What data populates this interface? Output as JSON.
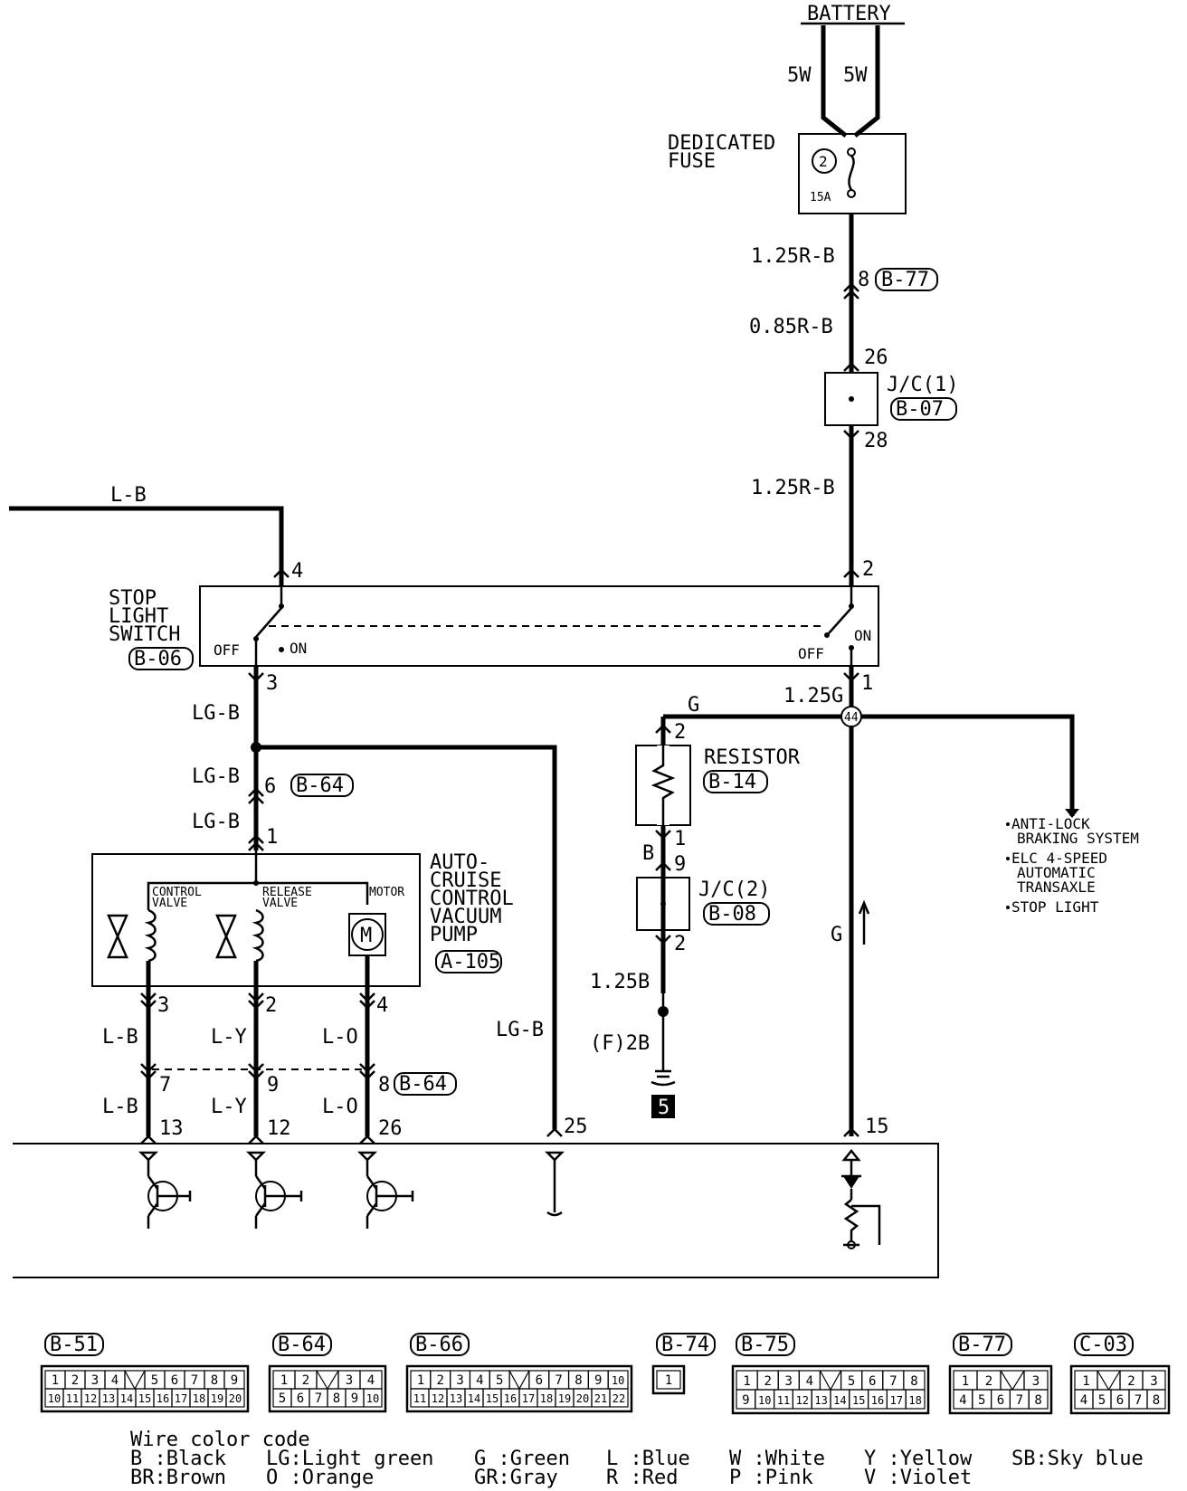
{
  "power": {
    "battery": "BATTERY",
    "wire_left": "5W",
    "wire_right": "5W",
    "fuse_label_1": "DEDICATED",
    "fuse_label_2": "FUSE",
    "fuse_number": "2",
    "fuse_rating": "15A"
  },
  "main_feed": {
    "wire_a": "1.25R-B",
    "pin_b77": "8",
    "conn_b77": "B-77",
    "wire_b": "0.85R-B",
    "jc1_pin_in": "26",
    "jc1_label": "J/C(1)",
    "jc1_conn": "B-07",
    "jc1_pin_out": "28",
    "wire_c": "1.25R-B"
  },
  "stop_light_switch": {
    "line1": "STOP",
    "line2": "LIGHT",
    "line3": "SWITCH",
    "conn": "B-06",
    "left_wire": "L-B",
    "pin_4": "4",
    "pin_2": "2",
    "pin_3": "3",
    "pin_1": "1",
    "off_left": "OFF",
    "on_left": "ON",
    "off_right": "OFF",
    "on_right": "ON"
  },
  "left_branch": {
    "wire_1": "LG-B",
    "wire_2": "LG-B",
    "pin_6": "6",
    "conn_b64": "B-64",
    "wire_3": "LG-B",
    "pin_1": "1",
    "wire_long": "LG-B",
    "pin_25": "25"
  },
  "pump": {
    "line1": "AUTO-",
    "line2": "CRUISE",
    "line3": "CONTROL",
    "line4": "VACUUM",
    "line5": "PUMP",
    "conn": "A-105",
    "control_valve_1": "CONTROL",
    "control_valve_2": "VALVE",
    "release_valve_1": "RELEASE",
    "release_valve_2": "VALVE",
    "motor": "MOTOR",
    "motor_symbol": "M",
    "pins": [
      "3",
      "2",
      "4"
    ],
    "wires_upper": [
      "L-B",
      "L-Y",
      "L-O"
    ],
    "b64_pins": [
      "7",
      "9",
      "8"
    ],
    "b64_conn": "B-64",
    "wires_lower": [
      "L-B",
      "L-Y",
      "L-O"
    ],
    "ecu_pins": [
      "13",
      "12",
      "26"
    ]
  },
  "right_branch": {
    "wire_1": "1.25G",
    "splice": "44",
    "wire_g": "G",
    "resistor": "RESISTOR",
    "resistor_conn": "B-14",
    "res_pin_2": "2",
    "res_pin_1": "1",
    "wire_b": "B",
    "jc2_pin_in": "9",
    "jc2_label": "J/C(2)",
    "jc2_conn": "B-08",
    "jc2_pin_out": "2",
    "wire_125b": "1.25B",
    "ground_label": "(F)2B",
    "ground_number": "5",
    "wire_g_down": "G",
    "pin_15": "15",
    "to_list": [
      "ANTI-LOCK",
      "BRAKING SYSTEM",
      "ELC 4-SPEED",
      "AUTOMATIC",
      "TRANSAXLE",
      "STOP LIGHT"
    ]
  },
  "connectors": [
    {
      "name": "B-51",
      "rows": [
        [
          "1",
          "2",
          "3",
          "4",
          "",
          "5",
          "6",
          "7",
          "8",
          "9"
        ],
        [
          "10",
          "11",
          "12",
          "13",
          "14",
          "15",
          "16",
          "17",
          "18",
          "19",
          "20"
        ]
      ]
    },
    {
      "name": "B-64",
      "rows": [
        [
          "1",
          "2",
          "",
          "3",
          "4"
        ],
        [
          "5",
          "6",
          "7",
          "8",
          "9",
          "10"
        ]
      ]
    },
    {
      "name": "B-66",
      "rows": [
        [
          "1",
          "2",
          "3",
          "4",
          "5",
          "",
          "6",
          "7",
          "8",
          "9",
          "10"
        ],
        [
          "11",
          "12",
          "13",
          "14",
          "15",
          "16",
          "17",
          "18",
          "19",
          "20",
          "21",
          "22"
        ]
      ]
    },
    {
      "name": "B-74",
      "rows": [
        [
          "1"
        ]
      ]
    },
    {
      "name": "B-75",
      "rows": [
        [
          "1",
          "2",
          "3",
          "4",
          "",
          "5",
          "6",
          "7",
          "8"
        ],
        [
          "9",
          "10",
          "11",
          "12",
          "13",
          "14",
          "15",
          "16",
          "17",
          "18"
        ]
      ]
    },
    {
      "name": "B-77",
      "rows": [
        [
          "1",
          "2",
          "",
          "3"
        ],
        [
          "4",
          "5",
          "6",
          "7",
          "8"
        ]
      ]
    },
    {
      "name": "C-03",
      "rows": [
        [
          "1",
          "",
          "2",
          "3"
        ],
        [
          "4",
          "5",
          "6",
          "7",
          "8"
        ]
      ]
    }
  ],
  "legend": {
    "title": "Wire color code",
    "row1": [
      "B :Black",
      "LG:Light green",
      "G :Green",
      "L :Blue",
      "W :White",
      "Y :Yellow",
      "SB:Sky blue"
    ],
    "row2": [
      "BR:Brown",
      "O :Orange",
      "GR:Gray",
      "R :Red",
      "P :Pink",
      "V :Violet"
    ]
  }
}
